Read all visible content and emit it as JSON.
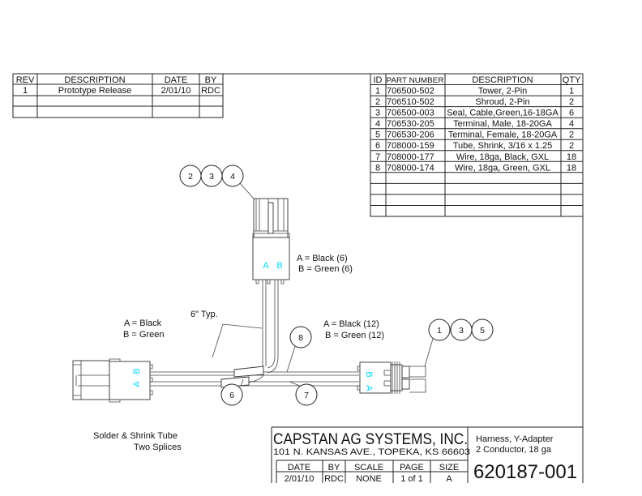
{
  "revision_table": {
    "headers": [
      "REV",
      "DESCRIPTION",
      "DATE",
      "BY"
    ],
    "rows": [
      [
        "1",
        "Prototype Release",
        "2/01/10",
        "RDC"
      ]
    ]
  },
  "parts_table": {
    "headers": [
      "ID",
      "PART NUMBER",
      "DESCRIPTION",
      "QTY"
    ],
    "rows": [
      [
        "1",
        "706500-502",
        "Tower, 2-Pin",
        "1"
      ],
      [
        "2",
        "706510-502",
        "Shroud, 2-Pin",
        "2"
      ],
      [
        "3",
        "706500-003",
        "Seal, Cable,Green,16-18GA",
        "6"
      ],
      [
        "4",
        "706530-205",
        "Terminal, Male, 18-20GA",
        "4"
      ],
      [
        "5",
        "706530-206",
        "Terminal, Female, 18-20GA",
        "2"
      ],
      [
        "6",
        "708000-159",
        "Tube, Shrink, 3/16 x 1.25",
        "2"
      ],
      [
        "7",
        "708000-177",
        "Wire, 18ga, Black, GXL",
        "18"
      ],
      [
        "8",
        "708000-174",
        "Wire, 18ga, Green, GXL",
        "18"
      ]
    ]
  },
  "diagram": {
    "balloons_top": [
      "2",
      "3",
      "4"
    ],
    "balloons_right": [
      "1",
      "3",
      "5"
    ],
    "balloon_8": "8",
    "balloon_6": "6",
    "balloon_7": "7",
    "pin_a": "A",
    "pin_b": "B",
    "top_label_a": "A = Black    (6)",
    "top_label_b": "B = Green  (6)",
    "left_label_a": "A = Black",
    "left_label_b": "B = Green",
    "right_label_a": "A = Black    (12)",
    "right_label_b": "B = Green  (12)",
    "typ_note": "6\" Typ.",
    "note_line1": "Solder & Shrink Tube",
    "note_line2": "Two Splices"
  },
  "title_block": {
    "company": "CAPSTAN AG SYSTEMS, INC.",
    "address": "101 N. KANSAS AVE., TOPEKA, KS 66603",
    "title_line1": "Harness, Y-Adapter",
    "title_line2": "2 Conductor, 18 ga",
    "headers": [
      "DATE",
      "BY",
      "SCALE",
      "PAGE",
      "SIZE"
    ],
    "values": [
      "2/01/10",
      "RDC",
      "NONE",
      "1 of 1",
      "A"
    ],
    "drawing_number": "620187-001"
  }
}
